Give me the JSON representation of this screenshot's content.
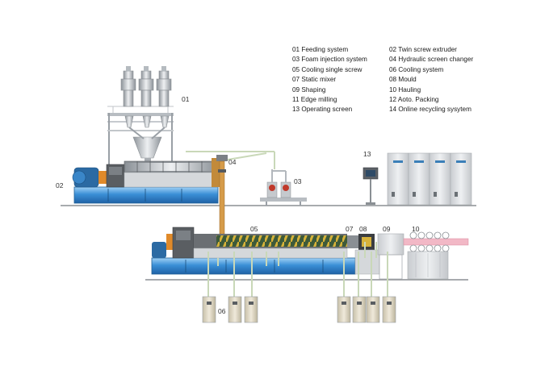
{
  "legend": [
    [
      "01 Feeding system",
      "02 Twin screw extruder"
    ],
    [
      "03 Foam injection system",
      "04 Hydraulic screen changer"
    ],
    [
      "05 Cooling single screw",
      "06 Cooling system"
    ],
    [
      "07 Static mixer",
      "08 Mould"
    ],
    [
      "09 Shaping",
      "10 Hauling"
    ],
    [
      "11 Edge milling",
      "12 Aoto. Packing"
    ],
    [
      "13 Operating screen",
      " 14 Online recycling sysytem"
    ]
  ],
  "callouts": {
    "n01": "01",
    "n02": "02",
    "n03": "03",
    "n04": "04",
    "n05": "05",
    "n06": "06",
    "n07": "07",
    "n08": "08",
    "n09": "09",
    "n10": "10",
    "n13": "13"
  },
  "colors": {
    "base_blue": "#2f7fc8",
    "motor_blue": "#1e5f95",
    "gearbox_orange": "#e08a2a",
    "frame_gray": "#9aa0a6",
    "cabinet": "#e4e6e8",
    "pipe_green": "#c9d8b8",
    "screw_gold": "#c9a227",
    "product_pink": "#f2b8c6"
  }
}
